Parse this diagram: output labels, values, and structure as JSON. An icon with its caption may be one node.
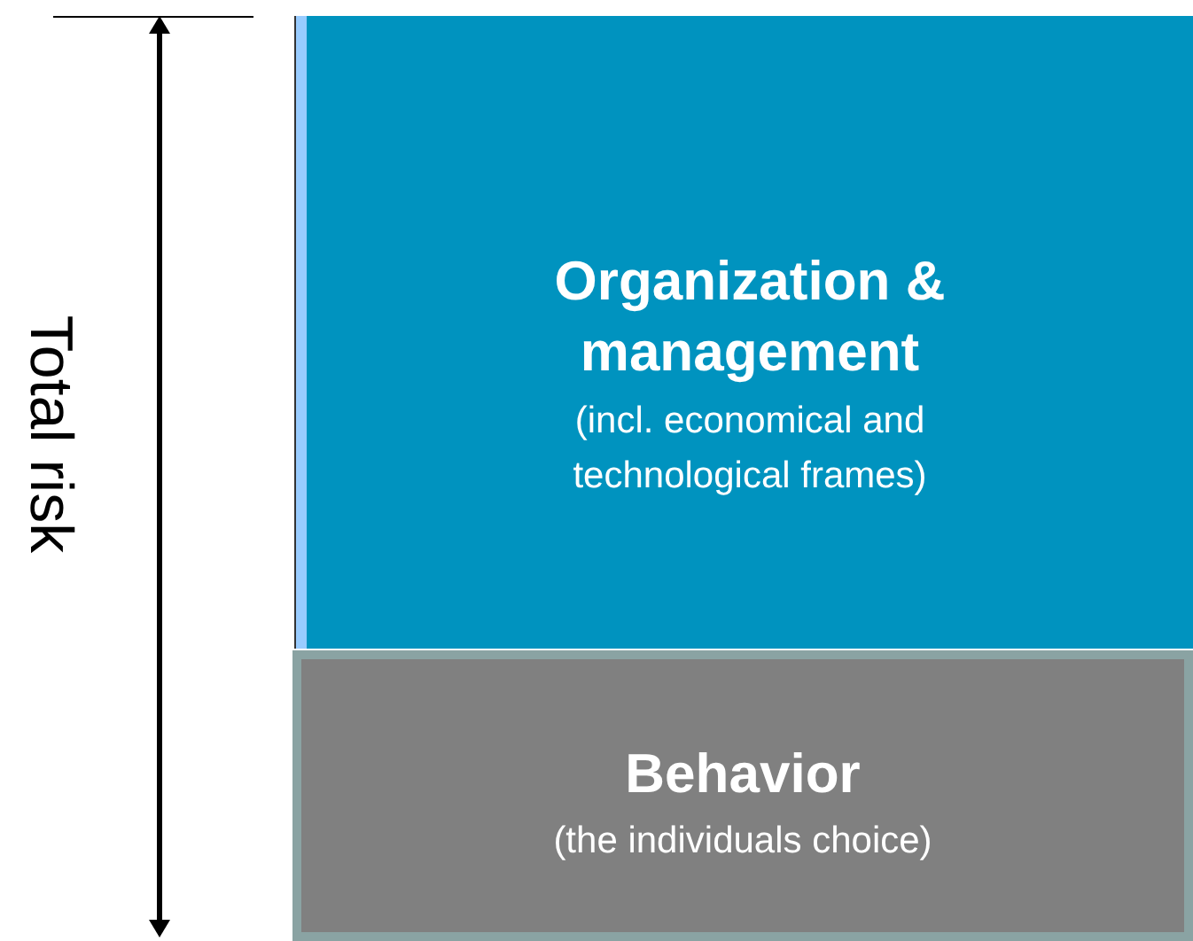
{
  "diagram": {
    "nodes": [
      {
        "text": [
          "Organization & management",
          "(incl. economical and technological frames)"
        ]
      },
      {
        "text": [
          "Behavior",
          "(the individuals choice)"
        ]
      }
    ],
    "labels": [
      "Total risk"
    ]
  }
}
